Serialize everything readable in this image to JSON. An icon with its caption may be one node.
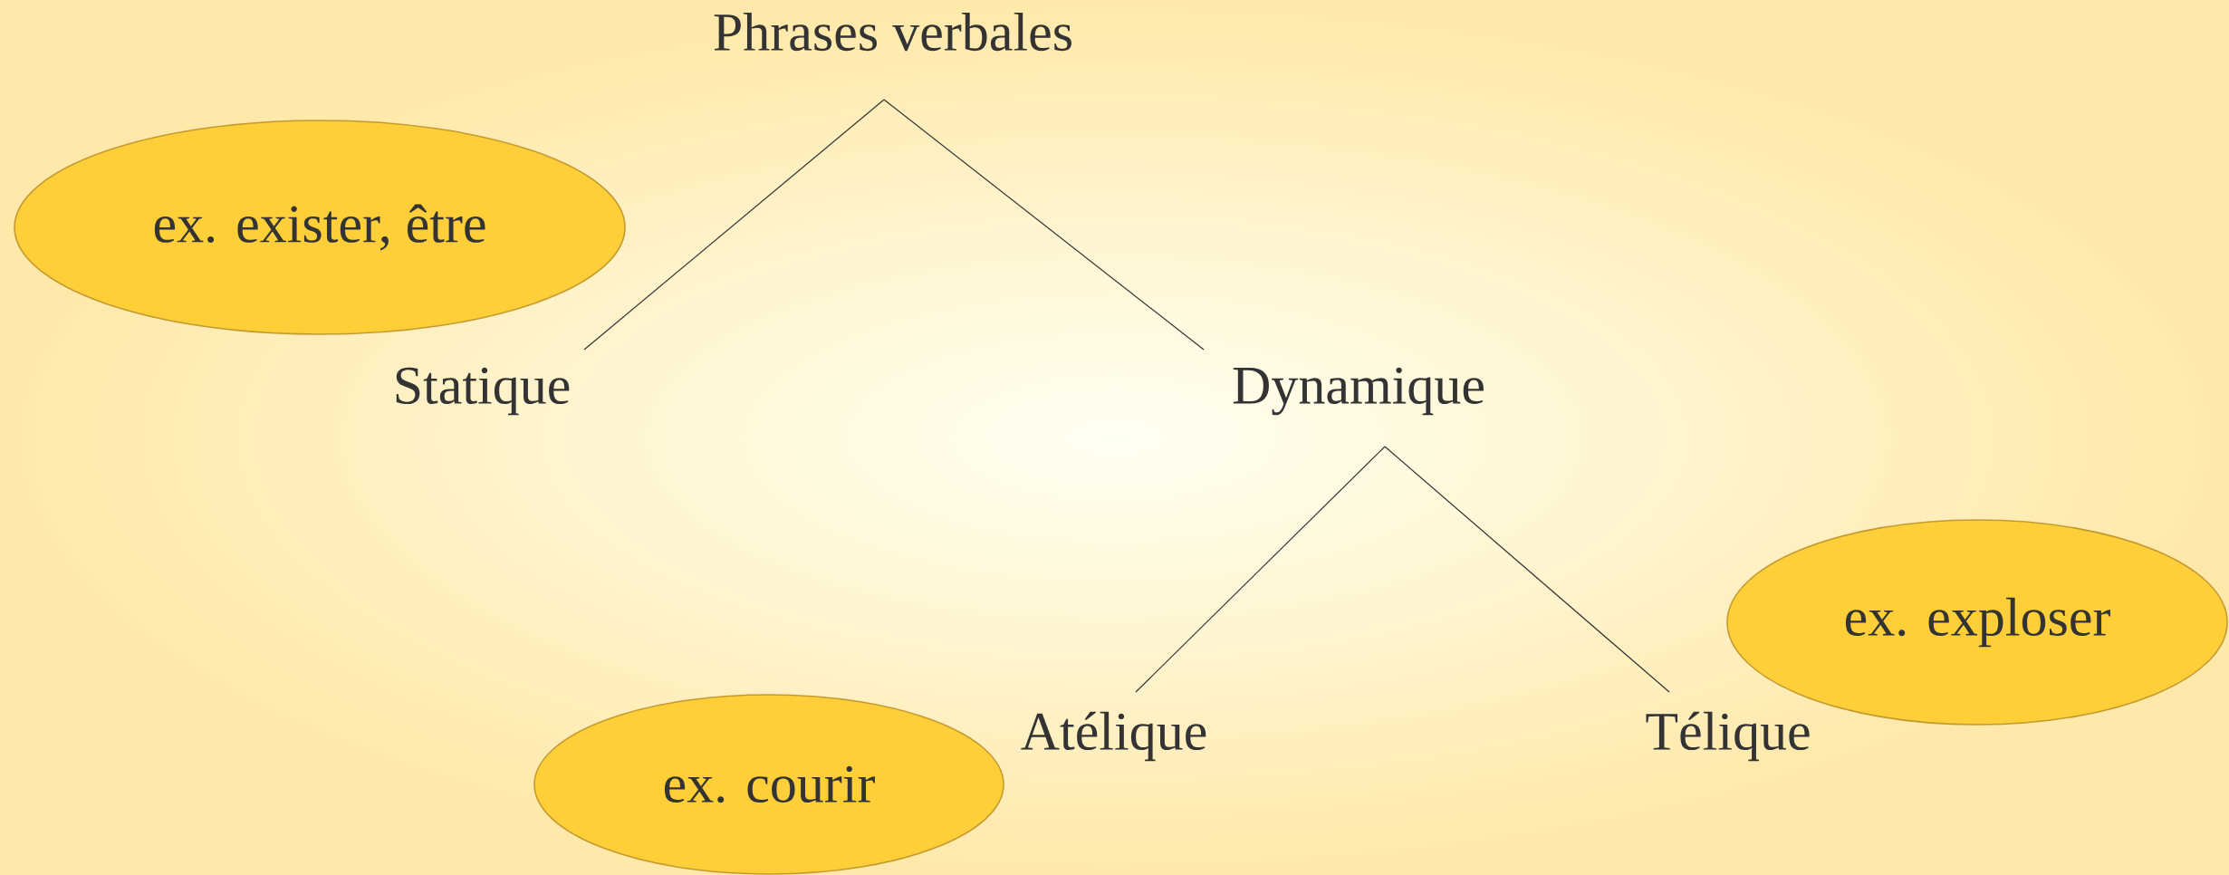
{
  "diagram": {
    "nodes": [
      {
        "text": [
          "Phrases verbales"
        ]
      },
      {
        "text": [
          "Statique"
        ]
      },
      {
        "text": [
          "Dynamique"
        ]
      },
      {
        "text": [
          "Atélique"
        ]
      },
      {
        "text": [
          "Télique"
        ]
      },
      {
        "text": [
          "ex. exister, être"
        ]
      },
      {
        "text": [
          "ex. courir"
        ]
      },
      {
        "text": [
          "ex. exploser"
        ]
      }
    ],
    "edges": [
      {
        "from": 0,
        "to": 1,
        "arrow": "none"
      },
      {
        "from": 0,
        "to": 2,
        "arrow": "none"
      },
      {
        "from": 2,
        "to": 3,
        "arrow": "none"
      },
      {
        "from": 2,
        "to": 4,
        "arrow": "none"
      }
    ]
  }
}
